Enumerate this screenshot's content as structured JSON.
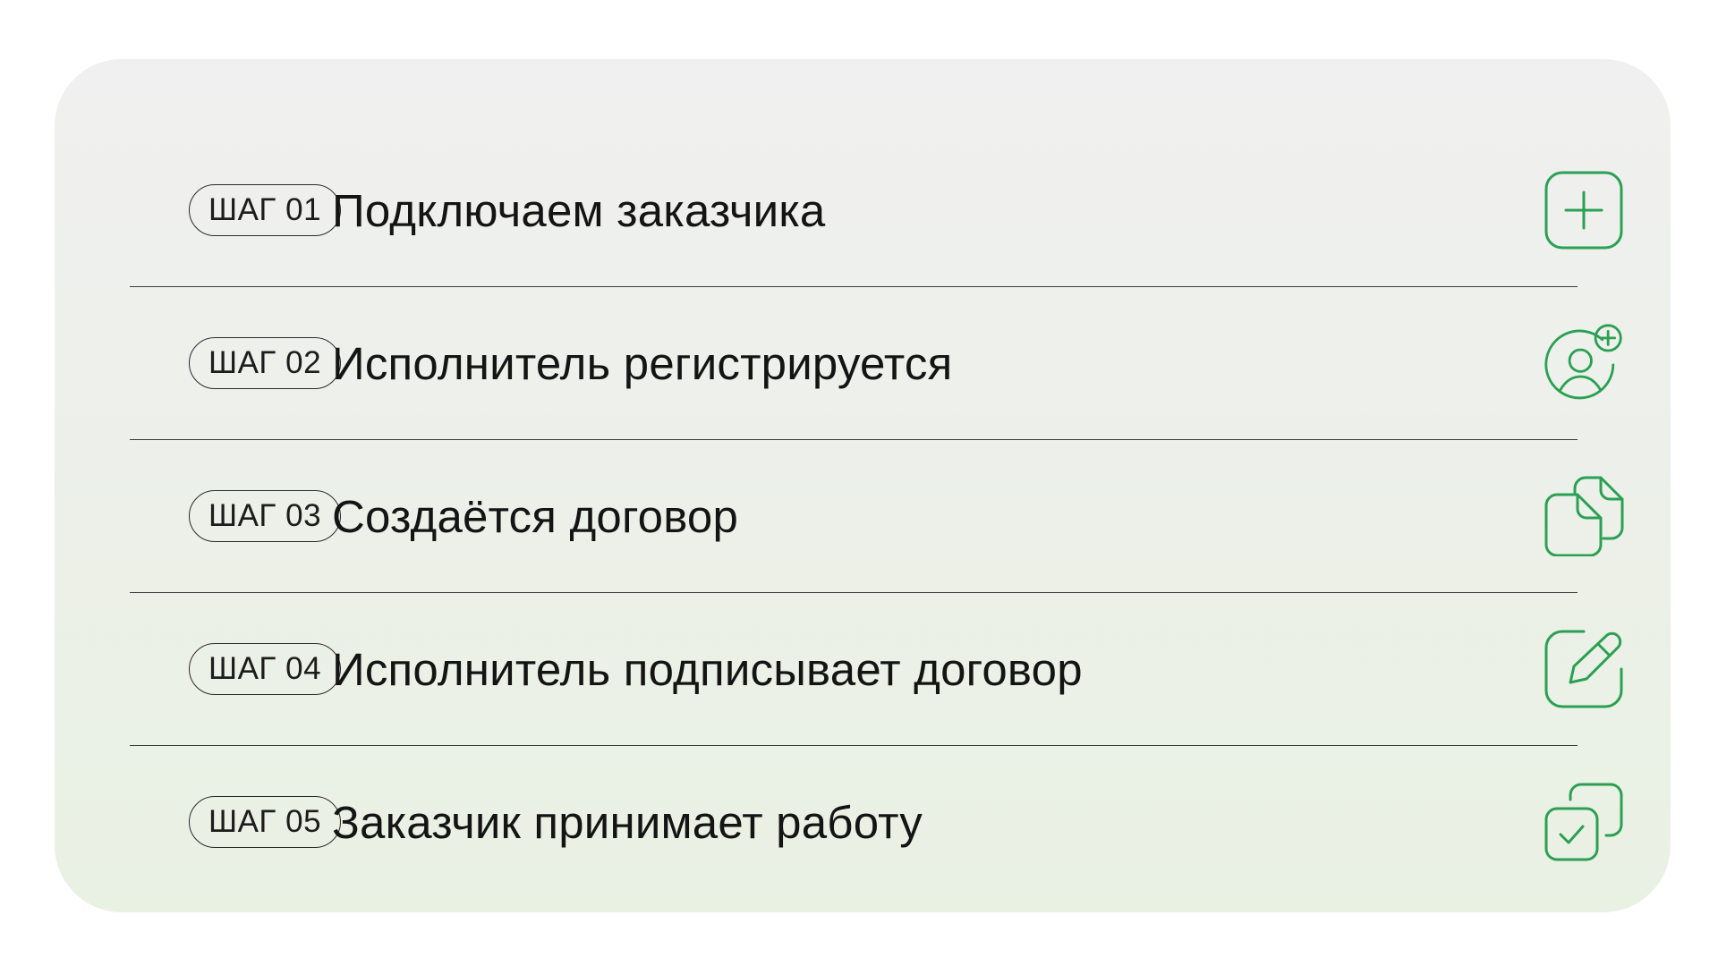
{
  "accent_color": "#2aa052",
  "steps": [
    {
      "badge": "ШАГ 01",
      "title": "Подключаем заказчика",
      "icon": "plus-square-icon"
    },
    {
      "badge": "ШАГ 02",
      "title": "Исполнитель регистрируется",
      "icon": "user-add-icon"
    },
    {
      "badge": "ШАГ 03",
      "title": "Создаётся договор",
      "icon": "documents-icon"
    },
    {
      "badge": "ШАГ 04",
      "title": "Исполнитель подписывает договор",
      "icon": "edit-icon"
    },
    {
      "badge": "ШАГ 05",
      "title": "Заказчик принимает работу",
      "icon": "check-copy-icon"
    }
  ]
}
